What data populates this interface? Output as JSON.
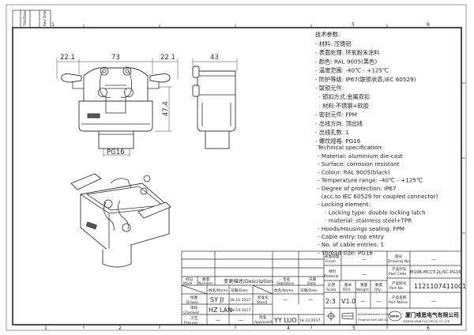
{
  "sheet": {
    "zone_columns_top": [
      "1",
      "5",
      "6"
    ],
    "zone_columns_bottom": [
      "1",
      "2",
      "4",
      "5",
      "6"
    ],
    "side_labels": [
      "Title/Date",
      "Rev/ Date"
    ]
  },
  "dimensions": {
    "left_wing": "22.1",
    "width": "73",
    "right_wing": "22.1",
    "height": "47.4",
    "thread": "PG16",
    "depth": "43"
  },
  "spec_cn": {
    "title": "技术参数:",
    "lines": [
      "- 材料: 压铸铝",
      "- 表面处理: 环氧粉末涂料",
      "- 颜色: RAL 9005(黑色)",
      "- 温度范围: -40℃ - +125℃",
      "- 防护等级: IP67(联锁状态,IEC 60529)",
      "- 联锁元件:",
      "  · 锁扣方式:金属双扣",
      "  · 材料:不锈钢+软胶",
      "- 密封元件: FPM",
      "- 出线方向: 顶出线",
      "- 出线孔数: 1",
      "- 螺纹规格: PG16"
    ]
  },
  "spec_en": {
    "title": "Technical specification:",
    "lines": [
      "- Material: aluminium die-cast",
      "- Surface: corrosion resistant",
      "- Colour: RAL 9005(black)",
      "- Temperature range: -40℃ - +125℃",
      "- Degree of protection: IP67",
      "  (acc.to IEC 60529 for coupled connector)",
      "- Locking element:",
      "    · Locking type: double locking latch",
      "    · material: stainless steel+TPR",
      "- Hoods/Housings sealing: FPM",
      "- Cable entry: top entry",
      "- No. of cable entries: 1",
      "- Thread size: PG16"
    ]
  },
  "title_block": {
    "mark_cn": "标记",
    "mark_en": "Mark",
    "number_cn": "数量",
    "number_en": "Number",
    "description": "变更描述/Description",
    "signature_cn": "签名",
    "signature_en": "Signature",
    "date_cn": "日期",
    "date_en": "Date",
    "name_hdr": "姓名/Name",
    "date_hdr": "日期/Date",
    "name_hdr2": "姓名/Name",
    "date_hdr2": "日期/Date",
    "drawn_cn": "绘图",
    "drawn_en": "Drawn",
    "drawn_name": "SY JI",
    "drawn_date": "18.10.2017",
    "stand_cn": "标准化",
    "stand_en": "Stand",
    "stand_name": "—",
    "stand_date": "—",
    "checked_cn": "审核",
    "checked_en": "Checked",
    "checked_name": "HZ LAN",
    "checked_date": "18.10.2017",
    "process_cn": "工艺",
    "process_en": "Process",
    "process_name": "—",
    "process_date": "—",
    "approved_cn": "批准",
    "approved_en": "Approved",
    "approved_name": "YY LUO",
    "approved_date": "18.10.2017",
    "finish_cn": "表面处理",
    "finish_en": "Finish",
    "finish_val": "—",
    "material_cn": "材料",
    "material_en": "Material",
    "material_val": "—",
    "scale_cn": "比例",
    "scale_en": "Scale",
    "scale_val": "2:3",
    "rev_cn": "版本",
    "rev_en": "REV.",
    "rev_val": "V1.0",
    "weight_cn": "重量",
    "weight_en": "Weight",
    "weight_val": "—",
    "qty_cn": "数量",
    "qty_en": "Qty.",
    "qty_val": "—",
    "dim_note1": "All Dimensions in mm",
    "dim_note2": "Original Size DIN A4",
    "drawing_no_cn": "图号",
    "drawing_no_en": "Drawing No.",
    "drawing_no_val": "—",
    "part_code_cn": "产品代号",
    "part_code_en": "Part Code",
    "part_code_val": "M10B-MCCT-2L/SC-PG16",
    "part_no_cn": "产品料号",
    "part_no_en": "Part No.",
    "part_no_val": "1121107411001",
    "part_name_cn": "产品名称",
    "part_name_en": "Part Name",
    "part_name_val": "—",
    "company_cn": "厦门唯恩电气有限公司",
    "company_en": "XIAMEN WAIN ELECTRICAL CO.,LTD",
    "logo_text": "WAIN",
    "projection_icon": "first-angle-projection-icon"
  }
}
